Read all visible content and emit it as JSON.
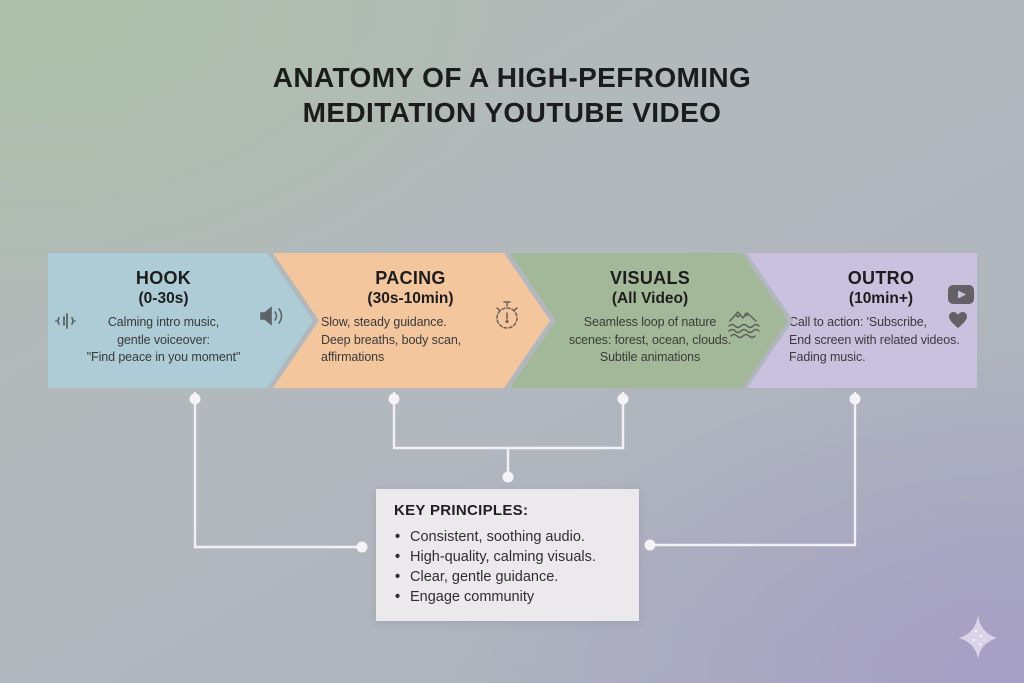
{
  "title": {
    "line1": "ANATOMY OF A HIGH-PEFROMING",
    "line2": "MEDITATION YOUTUBE VIDEO"
  },
  "segments": [
    {
      "name": "HOOK",
      "timing": "(0-30s)",
      "lines": [
        "Calming intro music,",
        "gentle voiceover:",
        "\"Find peace in you moment\""
      ],
      "icons": [
        "sound-wave-icon",
        "speaker-icon"
      ],
      "color": "#adccd6"
    },
    {
      "name": "PACING",
      "timing": "(30s-10min)",
      "lines": [
        "Slow, steady guidance.",
        "Deep breaths, body scan,",
        "affirmations"
      ],
      "icons": [
        "stopwatch-icon"
      ],
      "color": "#f3c69d"
    },
    {
      "name": "VISUALS",
      "timing": "(All Video)",
      "lines": [
        "Seamless loop of nature",
        "scenes: forest, ocean, clouds.",
        "Subtile animations"
      ],
      "icons": [
        "mountain-waves-icon"
      ],
      "color": "#a3b898"
    },
    {
      "name": "OUTRO",
      "timing": "(10min+)",
      "lines": [
        "Call to action: 'Subscribe,",
        "End screen with related videos.",
        "Fading music."
      ],
      "icons": [
        "youtube-icon",
        "heart-icon"
      ],
      "color": "#c9c1de"
    }
  ],
  "principles": {
    "heading": "KEY PRINCIPLES:",
    "items": [
      "Consistent, soothing audio.",
      "High-quality, calming visuals.",
      "Clear, gentle guidance.",
      "Engage community"
    ]
  },
  "colors": {
    "title_text": "#1c1c1c",
    "body_text": "#3a3a3a",
    "connector": "#f3f1f5",
    "principles_box_bg": "#ebe9ec",
    "background_top_left": "#aec0ab",
    "background_bottom_right": "#a8a1c5",
    "background_bottom_left": "#aab1b9",
    "sparkle": "#d9d4e6"
  }
}
